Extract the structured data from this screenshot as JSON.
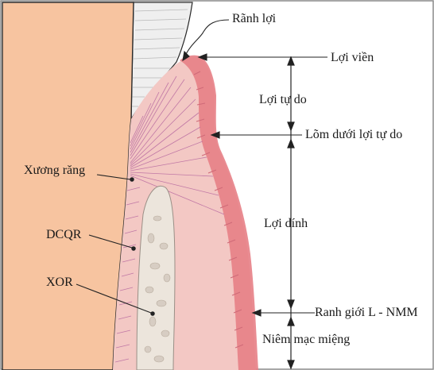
{
  "diagram": {
    "labels": {
      "ranh_loi": "Rãnh lợi",
      "loi_vien": "Lợi viền",
      "loi_tu_do": "Lợi tự do",
      "lom_duoi": "Lõm dưới lợi tự do",
      "xuong_rang": "Xương răng",
      "loi_dinh": "Lợi dính",
      "dcqr": "DCQR",
      "xor": "XOR",
      "ranh_gioi": "Ranh giới L - NMM",
      "niem_mac": "Niêm mạc miệng"
    },
    "colors": {
      "tooth": "#f7c4a0",
      "tooth_outline": "#2a2a2a",
      "enamel": "#efefef",
      "gum_edge": "#e77f86",
      "gum_body": "#f3c8c4",
      "fibers": "#b86aa0",
      "bone": "#ece5dc",
      "bone_spots": "#d7cdc3",
      "line": "#222222"
    }
  }
}
